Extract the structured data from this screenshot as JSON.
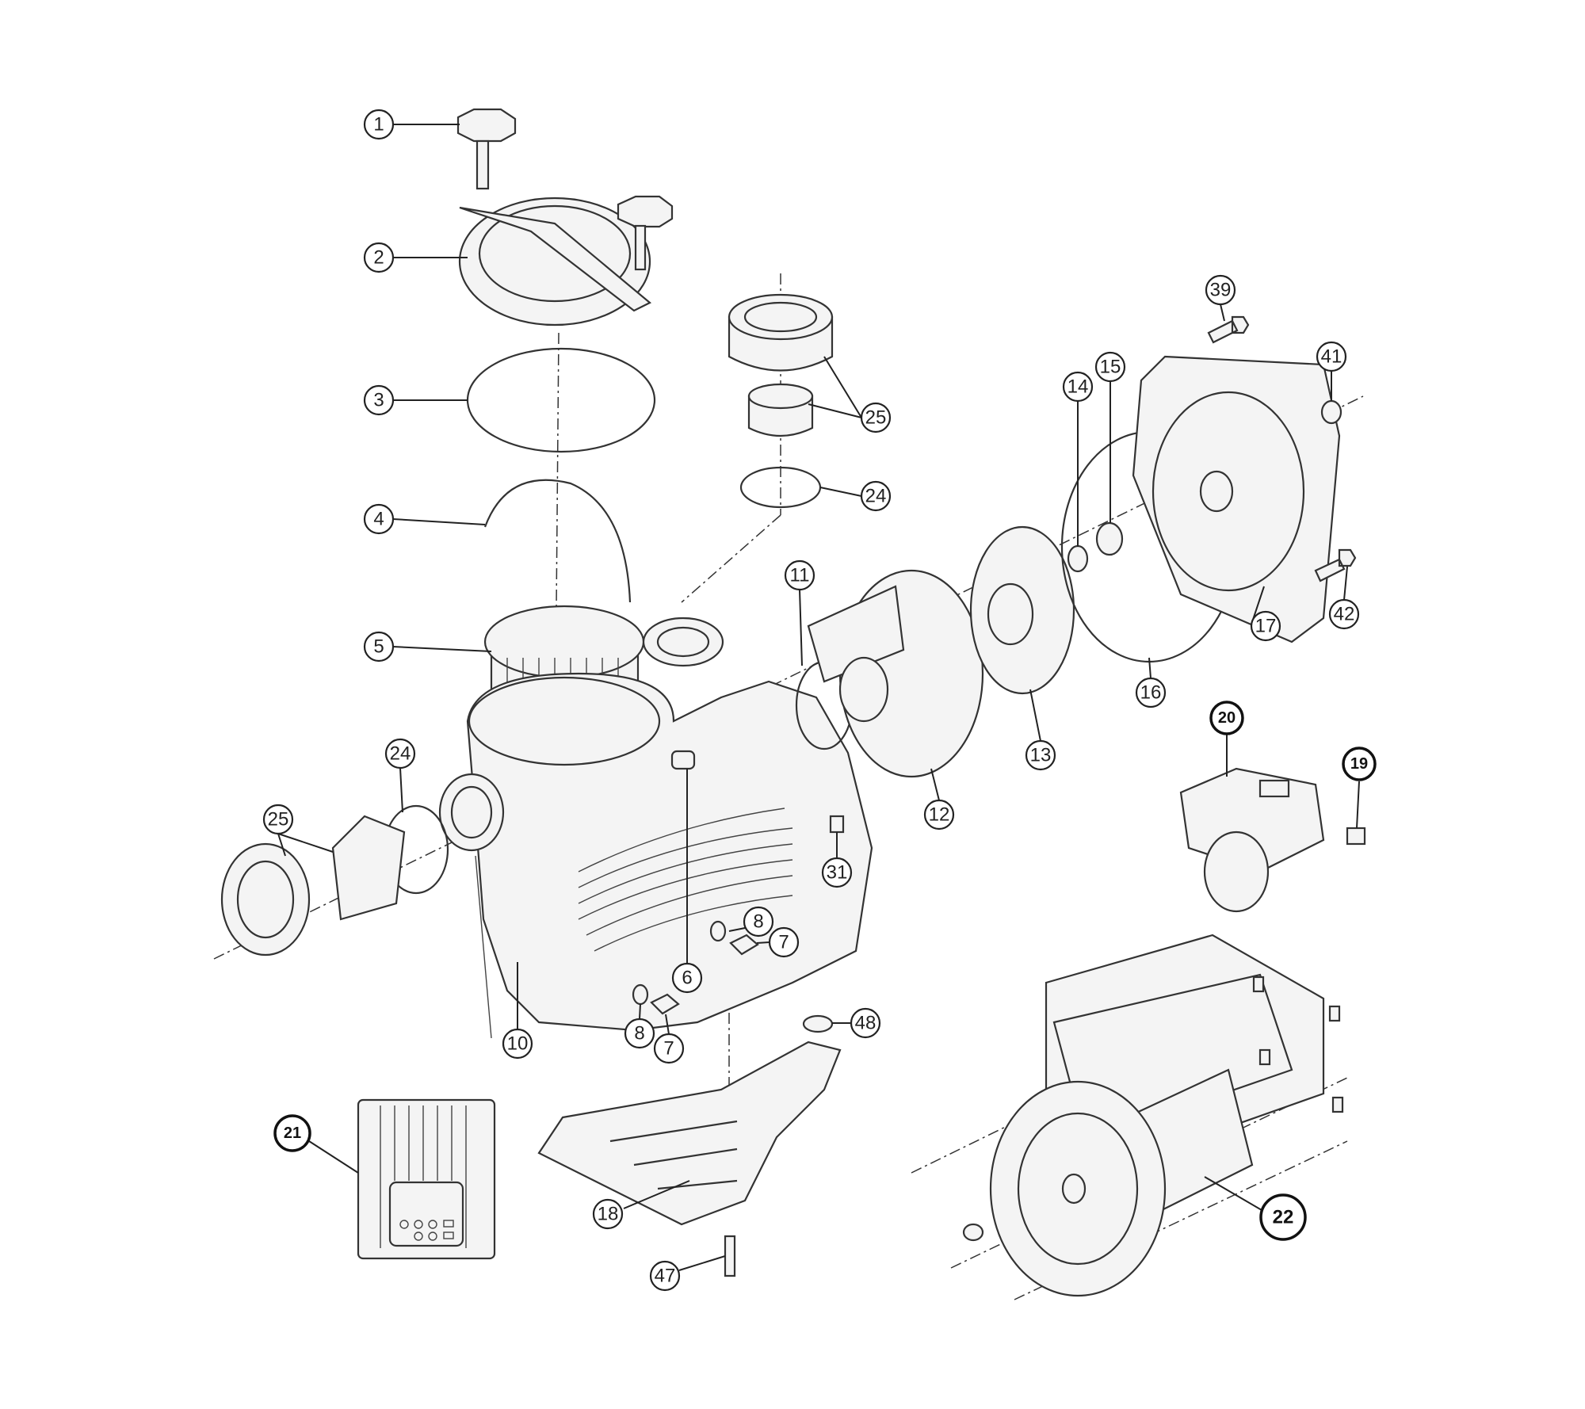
{
  "title": "Pump exploded parts diagram",
  "callouts": {
    "c1": "1",
    "c2": "2",
    "c3": "3",
    "c4": "4",
    "c5": "5",
    "c6": "6",
    "c7a": "7",
    "c7b": "7",
    "c8a": "8",
    "c8b": "8",
    "c10": "10",
    "c11": "11",
    "c12": "12",
    "c13": "13",
    "c14": "14",
    "c15": "15",
    "c16": "16",
    "c17": "17",
    "c18": "18",
    "c19": "19",
    "c20": "20",
    "c21": "21",
    "c22": "22",
    "c24a": "24",
    "c24b": "24",
    "c25a": "25",
    "c25b": "25",
    "c31": "31",
    "c39": "39",
    "c41": "41",
    "c42": "42",
    "c47": "47",
    "c48": "48"
  }
}
